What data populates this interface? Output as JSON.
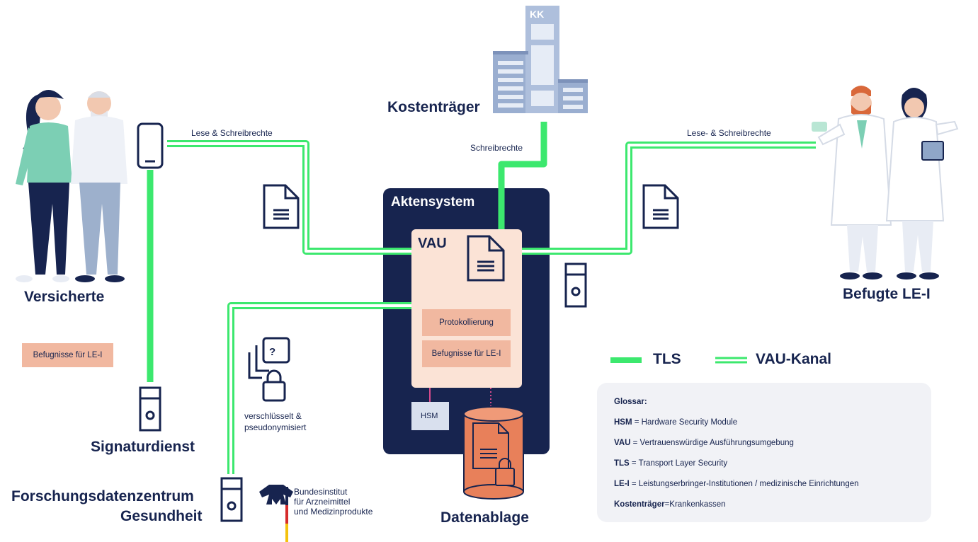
{
  "actors": {
    "versicherte": "Versicherte",
    "kostentraeger": "Kostenträger",
    "befugte": "Befugte LE-I",
    "signaturdienst": "Signaturdienst",
    "forschung_line1": "Forschungsdatenzentrum",
    "forschung_line2": "Gesundheit",
    "datenablage": "Datenablage"
  },
  "building_label": "KK",
  "channels": {
    "left_rights": "Lese & Schreibrechte",
    "right_rights": "Lese- & Schreibrechte",
    "top_rights": "Schreibrechte"
  },
  "aktensystem": {
    "title": "Aktensystem",
    "vau": "VAU",
    "protokollierung": "Protokollierung",
    "befugnisse": "Befugnisse für LE-I",
    "hsm": "HSM"
  },
  "left_befugnisse": "Befugnisse für LE-I",
  "encryption_note_line1": "verschlüsselt &",
  "encryption_note_line2": "pseudonymisiert",
  "bfarm": {
    "line1": "Bundesinstitut",
    "line2": "für Arzneimittel",
    "line3": "und Medizinprodukte"
  },
  "legend": {
    "tls": "TLS",
    "vau_kanal": "VAU-Kanal"
  },
  "colors": {
    "navy": "#17244f",
    "green": "#3ce86e",
    "pink": "#f1b8a0",
    "vau_bg": "#fbe3d6",
    "db_orange": "#e8805a",
    "building": "#9aaed0"
  },
  "glossary": {
    "title": "Glossar:",
    "items": [
      {
        "term": "HSM",
        "def": " = Hardware Security Module"
      },
      {
        "term": "VAU",
        "def": " = Vertrauenswürdige Ausführungsumgebung"
      },
      {
        "term": "TLS",
        "def": " = Transport Layer Security"
      },
      {
        "term": "LE-I",
        "def": " = Leistungserbringer-Institutionen / medizinische Einrichtungen"
      },
      {
        "term": "Kostenträger",
        "def": "=Krankenkassen"
      }
    ]
  }
}
